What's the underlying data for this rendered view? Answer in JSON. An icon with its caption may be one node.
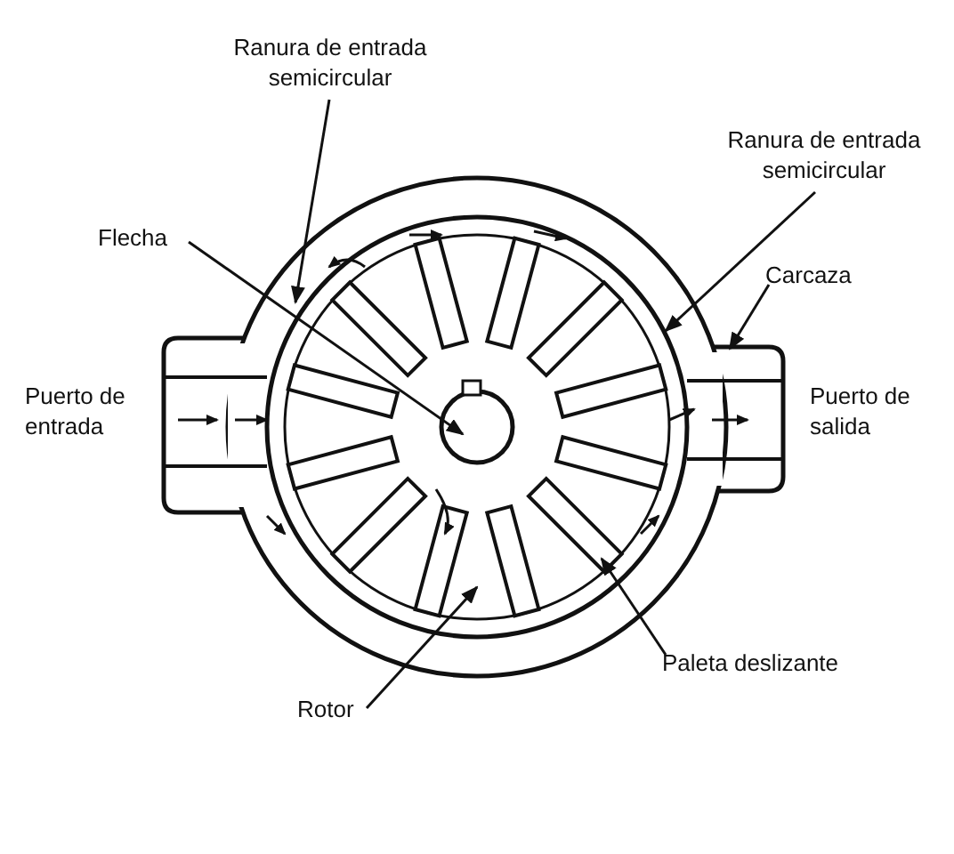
{
  "diagram": {
    "nodes": [
      {
        "text": [
          "Ranura de entrada semicircular"
        ]
      },
      {
        "text": [
          "Flecha"
        ]
      },
      {
        "text": [
          "Ranura de entrada semicircular"
        ]
      },
      {
        "text": [
          "Carcaza"
        ]
      },
      {
        "text": [
          "Paleta deslizante"
        ]
      },
      {
        "text": [
          "Rotor"
        ]
      }
    ],
    "edges": [
      {
        "from": 0,
        "to": null,
        "arrow": "to"
      },
      {
        "from": 1,
        "to": null,
        "arrow": "to"
      },
      {
        "from": 2,
        "to": null,
        "arrow": "to"
      },
      {
        "from": 3,
        "to": null,
        "arrow": "to"
      },
      {
        "from": 4,
        "to": null,
        "arrow": "to"
      },
      {
        "from": 5,
        "to": null,
        "arrow": "to"
      }
    ],
    "labels": [
      "Puerto de entrada",
      "Puerto de salida"
    ]
  }
}
